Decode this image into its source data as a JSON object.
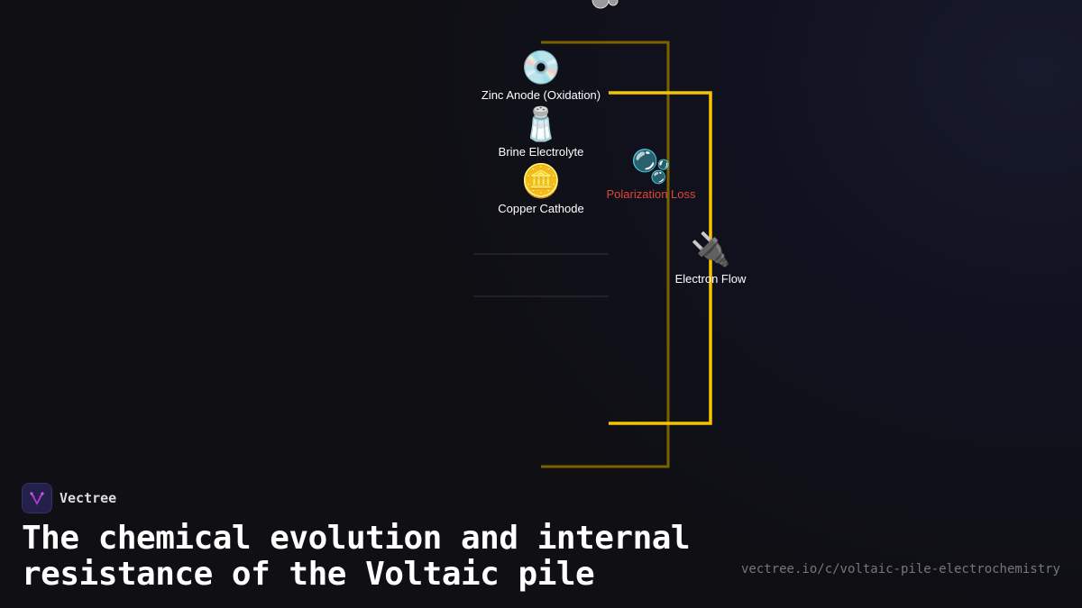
{
  "diagram": {
    "nodes": [
      {
        "id": "zinc",
        "icon": "optical-disc",
        "emoji": "💿",
        "label": "Zinc Anode (Oxidation)"
      },
      {
        "id": "brine",
        "icon": "salt-shaker",
        "emoji": "🧂",
        "label": "Brine Electrolyte"
      },
      {
        "id": "copper",
        "icon": "coin",
        "emoji": "🪙",
        "label": "Copper Cathode"
      },
      {
        "id": "polarization",
        "icon": "bubbles",
        "emoji": "🫧",
        "label": "Polarization Loss"
      },
      {
        "id": "electron",
        "icon": "electric-plug",
        "emoji": "🔌",
        "label": "Electron Flow"
      }
    ],
    "colors": {
      "wire_bright": "#f5c400",
      "wire_dim": "#7a6200",
      "loss_label": "#e0463a"
    }
  },
  "brand": {
    "name": "Vectree"
  },
  "title": "The chemical evolution and internal resistance of the Voltaic pile",
  "url": "vectree.io/c/voltaic-pile-electrochemistry"
}
